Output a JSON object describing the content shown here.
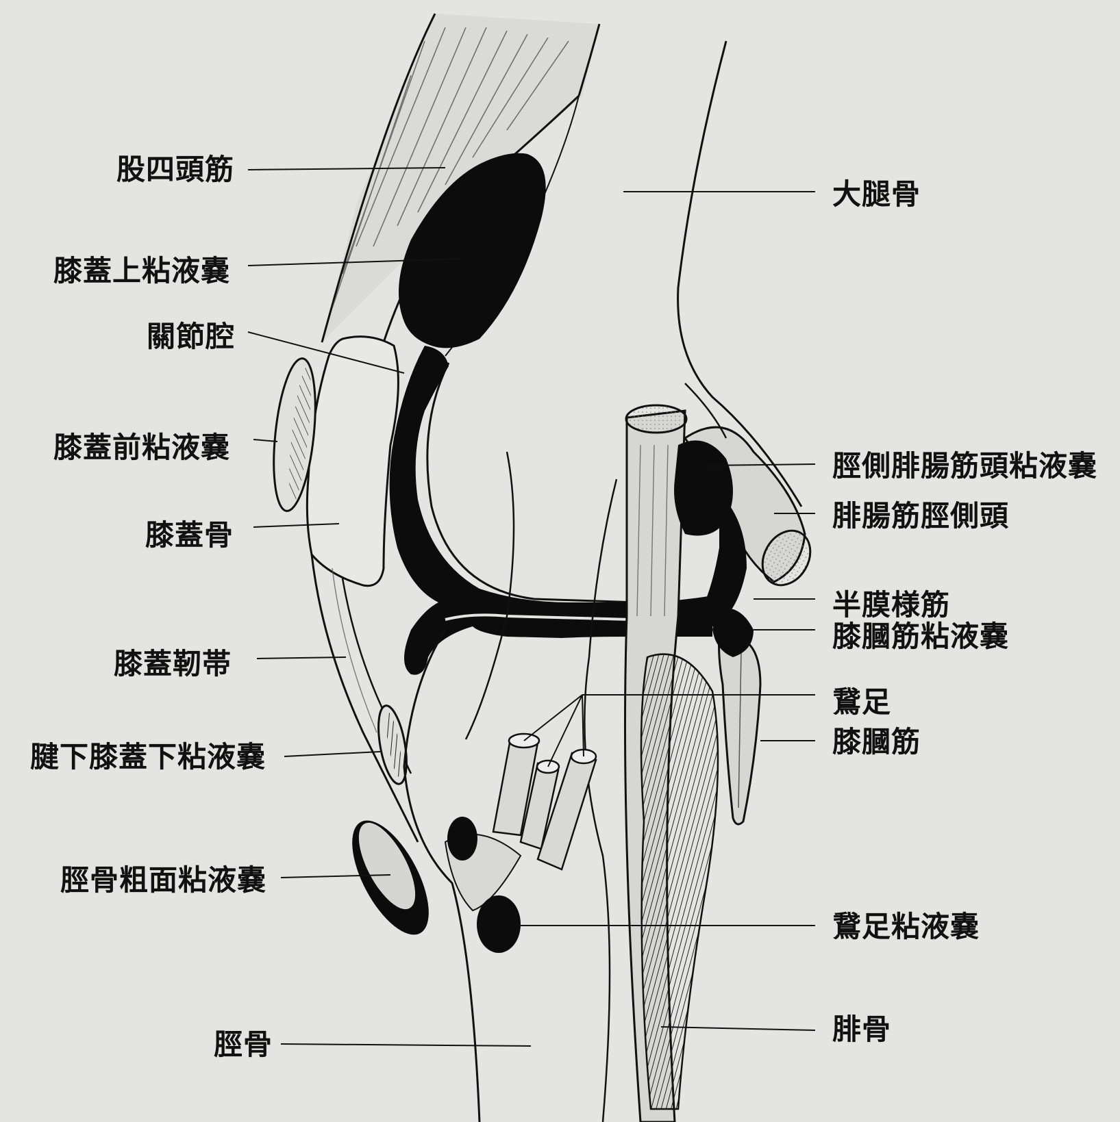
{
  "labels": {
    "quadriceps": "股四頭筋",
    "suprapatellar_bursa": "膝蓋上粘液嚢",
    "joint_cavity": "關節腔",
    "prepatellar_bursa": "膝蓋前粘液嚢",
    "patella": "膝蓋骨",
    "patellar_ligament": "膝蓋靭帯",
    "infrapatellar_bursa": "腱下膝蓋下粘液嚢",
    "tibial_tuberosity_bursa": "脛骨粗面粘液嚢",
    "tibia": "脛骨",
    "femur": "大腿骨",
    "gastrocnemius_bursa": "脛側腓腸筋頭粘液嚢",
    "gastrocnemius_medial_head": "腓腸筋脛側頭",
    "semimembranosus": "半膜様筋",
    "popliteus_bursa": "膝膕筋粘液嚢",
    "pes_anserinus": "鵞足",
    "popliteus": "膝膕筋",
    "pes_anserinus_bursa": "鵞足粘液嚢",
    "fibula": "腓骨"
  },
  "colors": {
    "paper": "#e4e4e2",
    "ink": "#111111",
    "bursa_fill": "#0c0c0c"
  }
}
